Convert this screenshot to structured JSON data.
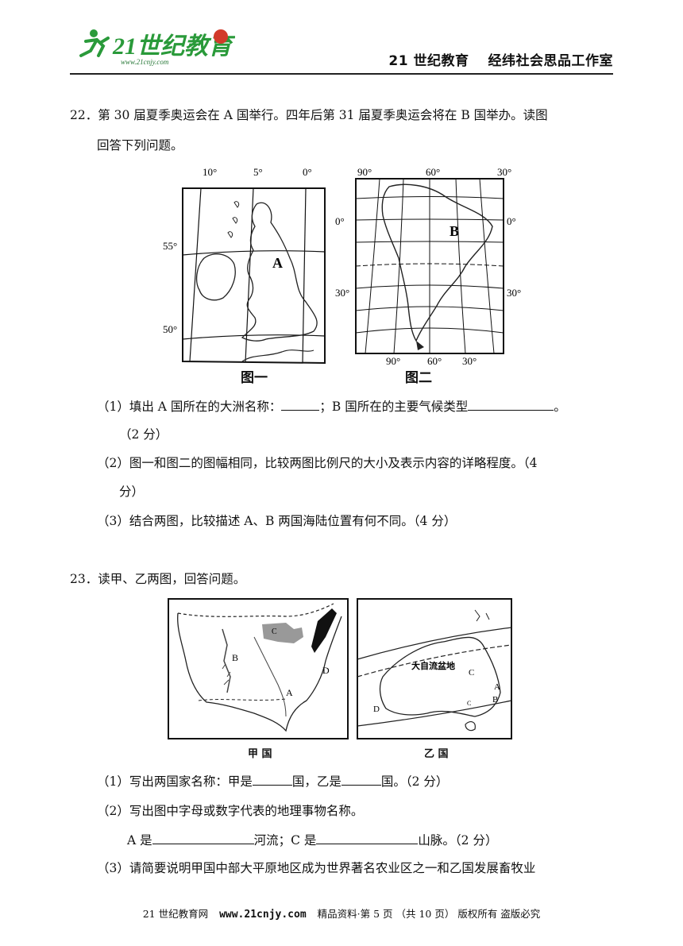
{
  "header": {
    "logo_text": "21世纪教育",
    "logo_url": "www.21cnjy.com",
    "org": "21 世纪教育",
    "studio": "经纬社会思品工作室"
  },
  "q22": {
    "line1": "22．第 30 届夏季奥运会在 A 国举行。四年后第 31 届夏季奥运会将在 B 国举办。读图",
    "line2": "回答下列问题。",
    "map1": {
      "caption": "图一",
      "lon_10": "10°",
      "lon_5": "5°",
      "lon_0": "0°",
      "lat_55": "55°",
      "lat_50": "50°",
      "point": "A"
    },
    "map2": {
      "caption": "图二",
      "top_90": "90°",
      "top_60": "60°",
      "top_30": "30°",
      "left_0": "0°",
      "right_0": "0°",
      "left_30": "30°",
      "right_30": "30°",
      "bot_90": "90°",
      "bot_60": "60°",
      "bot_30": "30°",
      "point": "B"
    },
    "p1_a": "（1）填出 A 国所在的大洲名称：",
    "p1_b": "；B 国所在的主要气候类型",
    "p1_c": "。",
    "p1_score": "（2 分）",
    "p2_a": "（2）图一和图二的图幅相同，比较两图比例尺的大小及表示内容的详略程度。（4",
    "p2_b": "分）",
    "p3": "（3）结合两图，比较描述 A、B 两国海陆位置有何不同。（4 分）"
  },
  "q23": {
    "title": "23．读甲、乙两图，回答问题。",
    "map_jia": {
      "caption": "甲 国",
      "label_B": "B",
      "label_C": "C",
      "label_D": "D",
      "label_A": "A"
    },
    "map_yi": {
      "caption": "乙 国",
      "basin": "大自流盆地",
      "label_C": "C",
      "label_A": "A",
      "label_B": "B",
      "label_D": "D",
      "label_c_small": "C"
    },
    "p1_a": "（1）写出两国家名称：甲是",
    "p1_b": "国，乙是",
    "p1_c": "国。（2 分）",
    "p2": "（2）写出图中字母或数字代表的地理事物名称。",
    "p2_a_pre": "A 是",
    "p2_a_post": "河流；C 是",
    "p2_c_post": "山脉。（2 分）",
    "p3": "（3）请简要说明甲国中部大平原地区成为世界著名农业区之一和乙国发展畜牧业"
  },
  "footer": {
    "org": "21 世纪教育网",
    "site": "www.21cnjy.com",
    "info": "精品资料·第 5 页 （共 10 页） 版权所有 盗版必究"
  }
}
